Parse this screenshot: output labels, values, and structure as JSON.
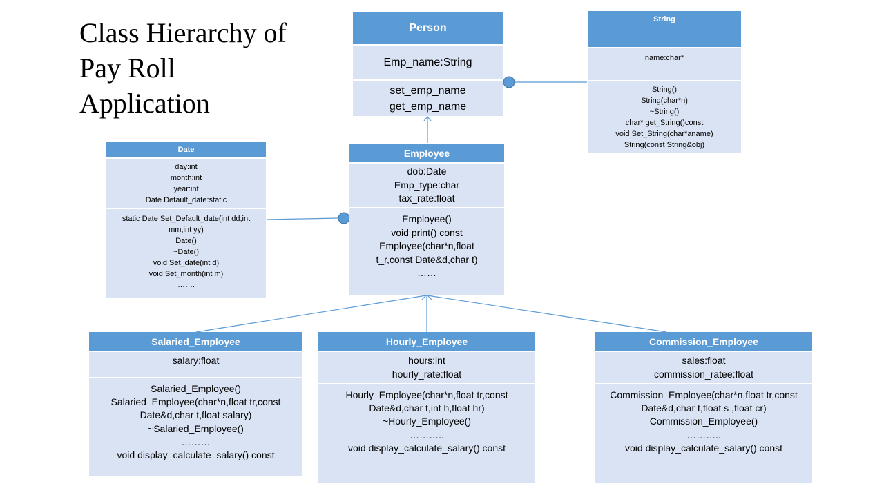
{
  "title": {
    "lines": [
      "Class Hierarchy of",
      "Pay Roll",
      "Application"
    ]
  },
  "classes": {
    "person": {
      "name": "Person",
      "attributes": [
        "Emp_name:String"
      ],
      "methods": [
        "set_emp_name",
        "get_emp_name"
      ]
    },
    "string": {
      "name": "String",
      "attributes": [
        "name:char*"
      ],
      "methods": [
        "String()",
        "String(char*n)",
        "~String()",
        "char* get_String()const",
        "void Set_String(char*aname)",
        "String(const String&obj)"
      ]
    },
    "date": {
      "name": "Date",
      "attributes": [
        "day:int",
        "month:int",
        "year:int",
        "Date Default_date:static"
      ],
      "methods": [
        "static Date Set_Default_date(int dd,int",
        "mm,int yy)",
        "Date()",
        "~Date()",
        "void Set_date(int d)",
        "void Set_month(int m)",
        "……."
      ]
    },
    "employee": {
      "name": "Employee",
      "attributes": [
        "dob:Date",
        "Emp_type:char",
        "tax_rate:float"
      ],
      "methods": [
        "Employee()",
        "void print() const",
        "Employee(char*n,float",
        "t_r,const Date&d,char t)",
        "……"
      ]
    },
    "salaried": {
      "name": "Salaried_Employee",
      "attributes": [
        "salary:float"
      ],
      "methods": [
        "Salaried_Employee()",
        "Salaried_Employee(char*n,float tr,const",
        "Date&d,char t,float salary)",
        "~Salaried_Employee()",
        "………",
        "void display_calculate_salary() const"
      ]
    },
    "hourly": {
      "name": "Hourly_Employee",
      "attributes": [
        "hours:int",
        "hourly_rate:float"
      ],
      "methods": [
        "Hourly_Employee(char*n,float tr,const",
        "Date&d,char t,int h,float hr)",
        "~Hourly_Employee()",
        "………..",
        "void display_calculate_salary() const"
      ]
    },
    "commission": {
      "name": "Commission_Employee",
      "attributes": [
        "sales:float",
        "commission_ratee:float"
      ],
      "methods": [
        "Commission_Employee(char*n,float tr,const",
        "Date&d,char t,float s ,float cr)",
        "Commission_Employee()",
        "………..",
        "void display_calculate_salary() const"
      ]
    }
  },
  "colors": {
    "header": "#5b9bd5",
    "body": "#dae3f3",
    "connector": "#5b9bd5"
  }
}
